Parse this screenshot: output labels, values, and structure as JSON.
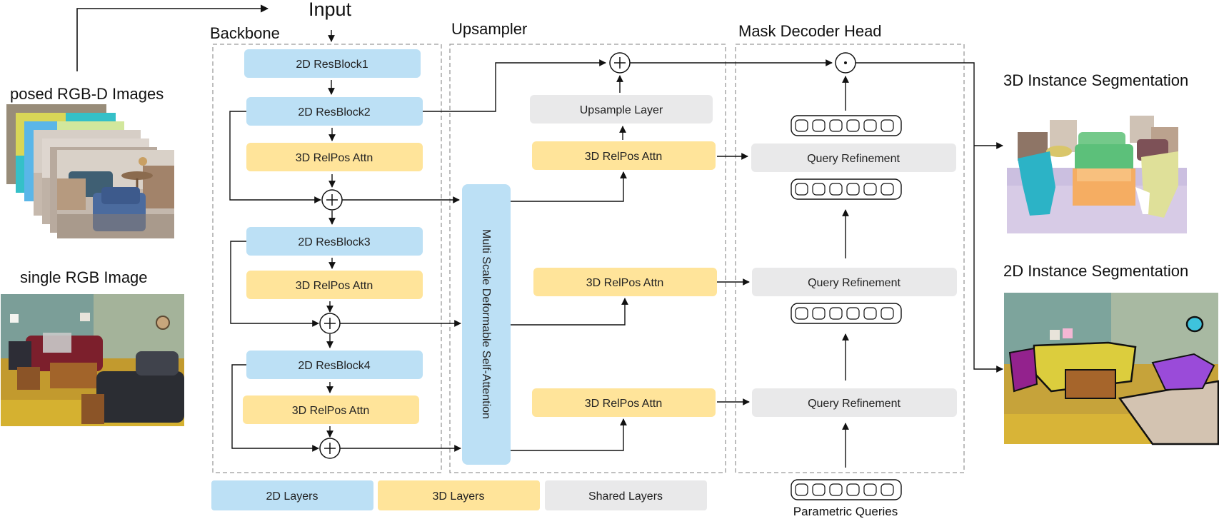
{
  "title": "Input",
  "sections": {
    "backbone": "Backbone",
    "upsampler": "Upsampler",
    "mask_decoder": "Mask Decoder Head"
  },
  "inputs": {
    "posed": "posed RGB-D Images",
    "single": "single RGB Image"
  },
  "outputs": {
    "seg3d": "3D Instance Segmentation",
    "seg2d": "2D Instance Segmentation"
  },
  "backbone_blocks": [
    "2D ResBlock1",
    "2D ResBlock2",
    "3D RelPos Attn",
    "2D ResBlock3",
    "3D RelPos Attn",
    "2D ResBlock4",
    "3D RelPos Attn"
  ],
  "msdsa_label": "Multi Scale Deformable Self-Attention",
  "upsampler_blocks": {
    "upsample": "Upsample Layer",
    "attn_top": "3D RelPos Attn",
    "attn_mid": "3D RelPos Attn",
    "attn_bot": "3D RelPos Attn"
  },
  "query_refinement": [
    "Query Refinement",
    "Query Refinement",
    "Query Refinement"
  ],
  "parametric_queries": "Parametric Queries",
  "legend": {
    "layers2d": "2D Layers",
    "layers3d": "3D Layers",
    "shared": "Shared Layers"
  },
  "colors": {
    "blue_2d": "#BCE0F5",
    "yellow_3d": "#FFE49A",
    "gray_shared": "#E9E9EA"
  }
}
